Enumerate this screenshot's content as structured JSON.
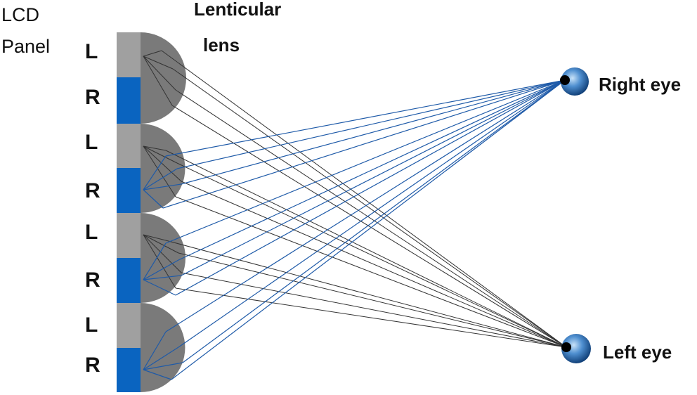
{
  "labels": {
    "panel_line1": "LCD",
    "panel_line2": "Panel",
    "lens_line1": "Lenticular",
    "lens_line2": "lens",
    "right_eye": "Right eye",
    "left_eye": "Left eye"
  },
  "pixels": [
    "L",
    "R",
    "L",
    "R",
    "L",
    "R",
    "L",
    "R"
  ],
  "colors": {
    "left_pixel": "#a0a0a0",
    "right_pixel": "#0a64c0",
    "lens": "#7a7a7a",
    "left_ray": "#333333",
    "right_ray": "#1e5aa8",
    "eye_dark": "#0c3a72",
    "eye_light": "#a8d0f2"
  },
  "icons": [
    "eye-icon",
    "lenticular-lens-icon"
  ]
}
